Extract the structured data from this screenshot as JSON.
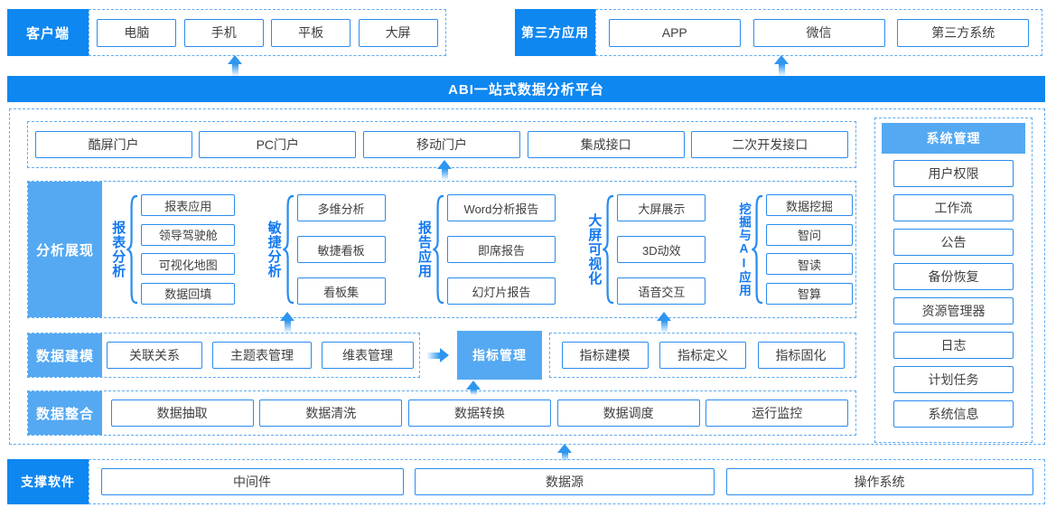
{
  "palette": {
    "primary_blue": "#0e87f1",
    "light_blue": "#55a9f2",
    "box_border_blue": "#2a8cee",
    "dashed_border_blue": "#5facf2",
    "group_label_blue": "#1479f0",
    "arrow_blue": "#2f96f0",
    "text_dark": "#3f3f3f"
  },
  "icons": {
    "flow_arrow_up": "▲",
    "flow_arrow_right": "▶",
    "group_brace": "{"
  },
  "top": {
    "client": {
      "label": "客户端",
      "items": [
        "电脑",
        "手机",
        "平板",
        "大屏"
      ]
    },
    "third_party": {
      "label": "第三方应用",
      "items": [
        "APP",
        "微信",
        "第三方系统"
      ]
    }
  },
  "banner": {
    "title": "ABI一站式数据分析平台"
  },
  "platform": {
    "portals": [
      "酷屏门户",
      "PC门户",
      "移动门户",
      "集成接口",
      "二次开发接口"
    ],
    "analysis": {
      "label": "分析展现",
      "groups": [
        {
          "name": "报表分析",
          "items": [
            "报表应用",
            "领导驾驶舱",
            "可视化地图",
            "数据回填"
          ]
        },
        {
          "name": "敏捷分析",
          "items": [
            "多维分析",
            "敏捷看板",
            "看板集"
          ]
        },
        {
          "name": "报告应用",
          "items": [
            "Word分析报告",
            "即席报告",
            "幻灯片报告"
          ]
        },
        {
          "name": "大屏可视化",
          "items": [
            "大屏展示",
            "3D动效",
            "语音交互"
          ]
        },
        {
          "name": "挖掘与AI应用",
          "items": [
            "数据挖掘",
            "智问",
            "智读",
            "智算"
          ]
        }
      ]
    },
    "modeling": {
      "label": "数据建模",
      "items": [
        "关联关系",
        "主题表管理",
        "维表管理"
      ],
      "indicator": {
        "label": "指标管理",
        "items": [
          "指标建模",
          "指标定义",
          "指标固化"
        ]
      }
    },
    "integration": {
      "label": "数据整合",
      "items": [
        "数据抽取",
        "数据清洗",
        "数据转换",
        "数据调度",
        "运行监控"
      ]
    },
    "system": {
      "label": "系统管理",
      "items": [
        "用户权限",
        "工作流",
        "公告",
        "备份恢复",
        "资源管理器",
        "日志",
        "计划任务",
        "系统信息"
      ]
    }
  },
  "support": {
    "label": "支撑软件",
    "items": [
      "中间件",
      "数据源",
      "操作系统"
    ]
  }
}
